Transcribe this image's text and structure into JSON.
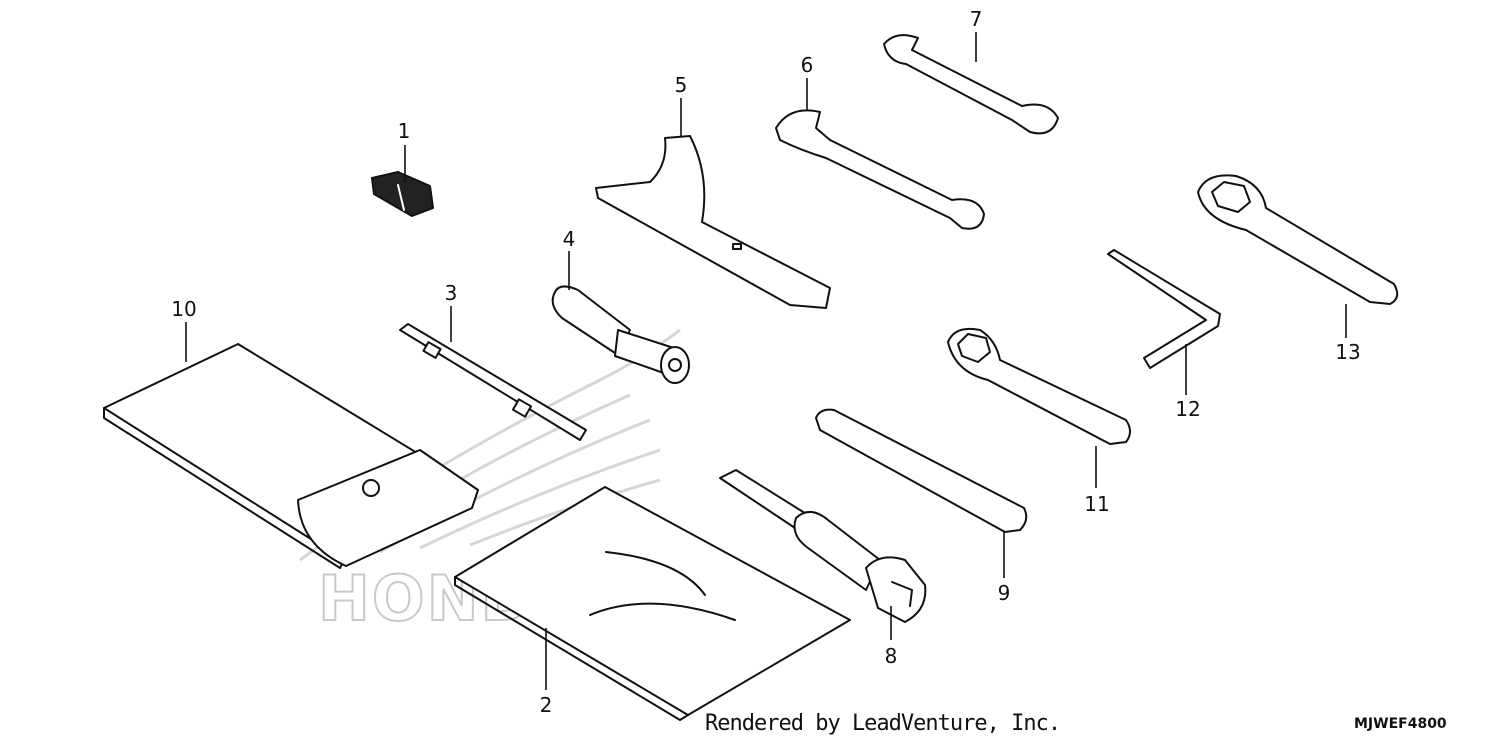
{
  "diagram": {
    "callouts": [
      "1",
      "2",
      "3",
      "4",
      "5",
      "6",
      "7",
      "8",
      "9",
      "10",
      "11",
      "12",
      "13"
    ],
    "watermark": "HONDA"
  },
  "footer": {
    "credit": "Rendered by LeadVenture, Inc.",
    "code": "MJWEF4800"
  },
  "colors": {
    "line": "#111111",
    "watermark": "#c9c9c9",
    "background": "#ffffff"
  }
}
